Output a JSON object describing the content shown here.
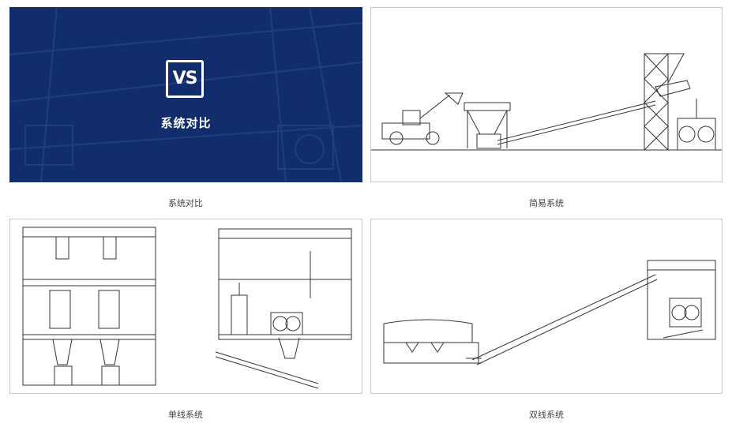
{
  "panels": [
    {
      "caption": "系统对比",
      "badge": "VS",
      "title": "系统对比",
      "background": "#122d6b"
    },
    {
      "caption": "简易系统"
    },
    {
      "caption": "单线系统"
    },
    {
      "caption": "双线系统"
    }
  ]
}
